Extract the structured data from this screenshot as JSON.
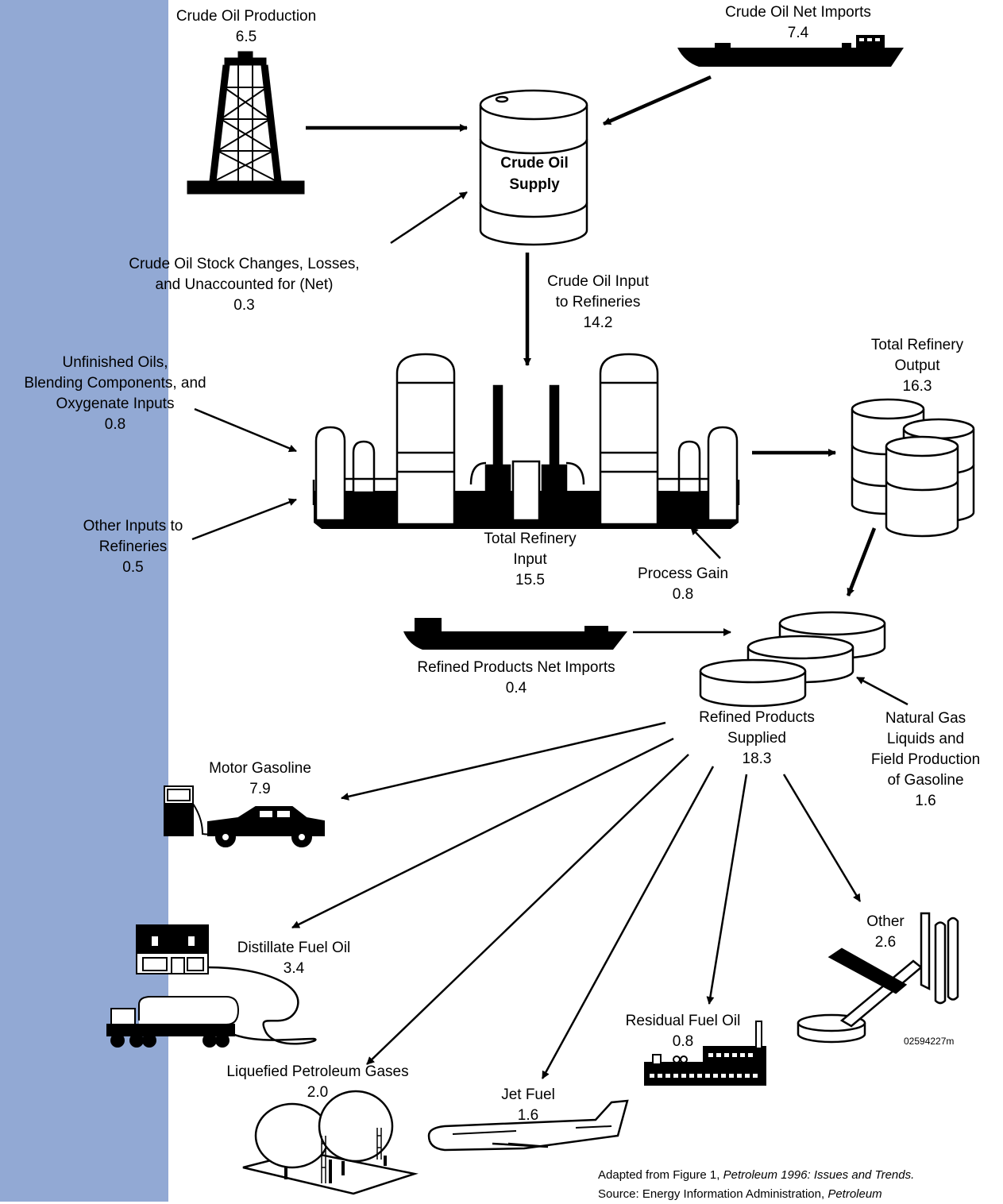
{
  "colors": {
    "sidebar": "#92a9d4",
    "ink": "#000000",
    "paper": "#ffffff"
  },
  "nodes": {
    "crude_production": {
      "label": "Crude Oil Production",
      "value": "6.5"
    },
    "crude_imports": {
      "label": "Crude Oil Net Imports",
      "value": "7.4"
    },
    "crude_supply": {
      "line1": "Crude Oil",
      "line2": "Supply"
    },
    "stock_changes": {
      "line1": "Crude Oil Stock Changes, Losses,",
      "line2": "and Unaccounted for (Net)",
      "value": "0.3"
    },
    "crude_input": {
      "line1": "Crude Oil Input",
      "line2": "to Refineries",
      "value": "14.2"
    },
    "unfinished": {
      "line1": "Unfinished Oils,",
      "line2": "Blending Components, and",
      "line3": "Oxygenate Inputs",
      "value": "0.8"
    },
    "other_inputs": {
      "line1": "Other Inputs to",
      "line2": "Refineries",
      "value": "0.5"
    },
    "total_input": {
      "line1": "Total Refinery",
      "line2": "Input",
      "value": "15.5"
    },
    "total_output": {
      "line1": "Total Refinery",
      "line2": "Output",
      "value": "16.3"
    },
    "process_gain": {
      "label": "Process Gain",
      "value": "0.8"
    },
    "rp_imports": {
      "label": "Refined Products Net Imports",
      "value": "0.4"
    },
    "rp_supplied": {
      "line1": "Refined Products",
      "line2": "Supplied",
      "value": "18.3"
    },
    "ngl": {
      "line1": "Natural Gas",
      "line2": "Liquids and",
      "line3": "Field Production",
      "line4": "of Gasoline",
      "value": "1.6"
    },
    "motor_gasoline": {
      "label": "Motor Gasoline",
      "value": "7.9"
    },
    "distillate": {
      "label": "Distillate Fuel Oil",
      "value": "3.4"
    },
    "lpg": {
      "label": "Liquefied Petroleum Gases",
      "value": "2.0"
    },
    "jet_fuel": {
      "label": "Jet Fuel",
      "value": "1.6"
    },
    "residual": {
      "label": "Residual Fuel Oil",
      "value": "0.8"
    },
    "other": {
      "label": "Other",
      "value": "2.6"
    }
  },
  "figure_code": "02594227m",
  "source": {
    "line1_prefix": "Adapted from Figure 1, ",
    "line1_title": "Petroleum 1996: Issues and Trends.",
    "line2_prefix": "Source:  Energy Information Administration, ",
    "line2_title": "Petroleum"
  },
  "icons": [
    "oil-derrick-icon",
    "tanker-ship-icon",
    "oil-barrel-icon",
    "refinery-icon",
    "barrels-stack-icon",
    "storage-tanks-icon",
    "gas-pump-car-icon",
    "house-truck-icon",
    "lpg-spheres-icon",
    "jet-airplane-icon",
    "factory-icon",
    "industrial-plant-icon"
  ]
}
